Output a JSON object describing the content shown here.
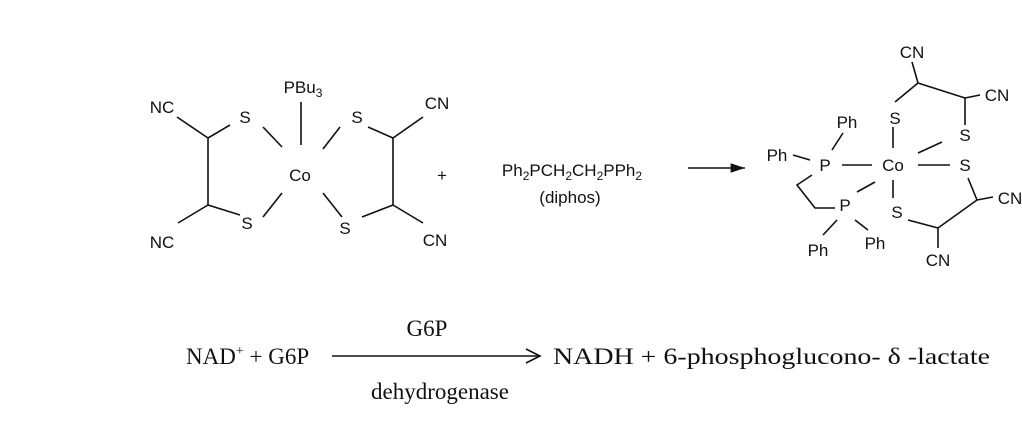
{
  "reaction1": {
    "reactant": {
      "ligand": {
        "text": "PBu",
        "sub": "3"
      },
      "metal": "Co",
      "sulfur": "S",
      "nc": "NC",
      "cn": "CN"
    },
    "plus": "+",
    "reagent": {
      "formula": [
        "Ph",
        "2",
        "PCH",
        "2",
        "CH",
        "2",
        "PPh",
        "2"
      ],
      "name": "(diphos)"
    },
    "product": {
      "metal": "Co",
      "phosphorus": "P",
      "phenyl": "Ph",
      "sulfur": "S",
      "cn": "CN"
    }
  },
  "reaction2": {
    "reactants": {
      "nad": "NAD",
      "charge": "+",
      "rest": " + G6P"
    },
    "enzyme_top": "G6P",
    "enzyme_bottom": "dehydrogenase",
    "products": "NADH + 6-phosphoglucono- δ -lactate"
  }
}
